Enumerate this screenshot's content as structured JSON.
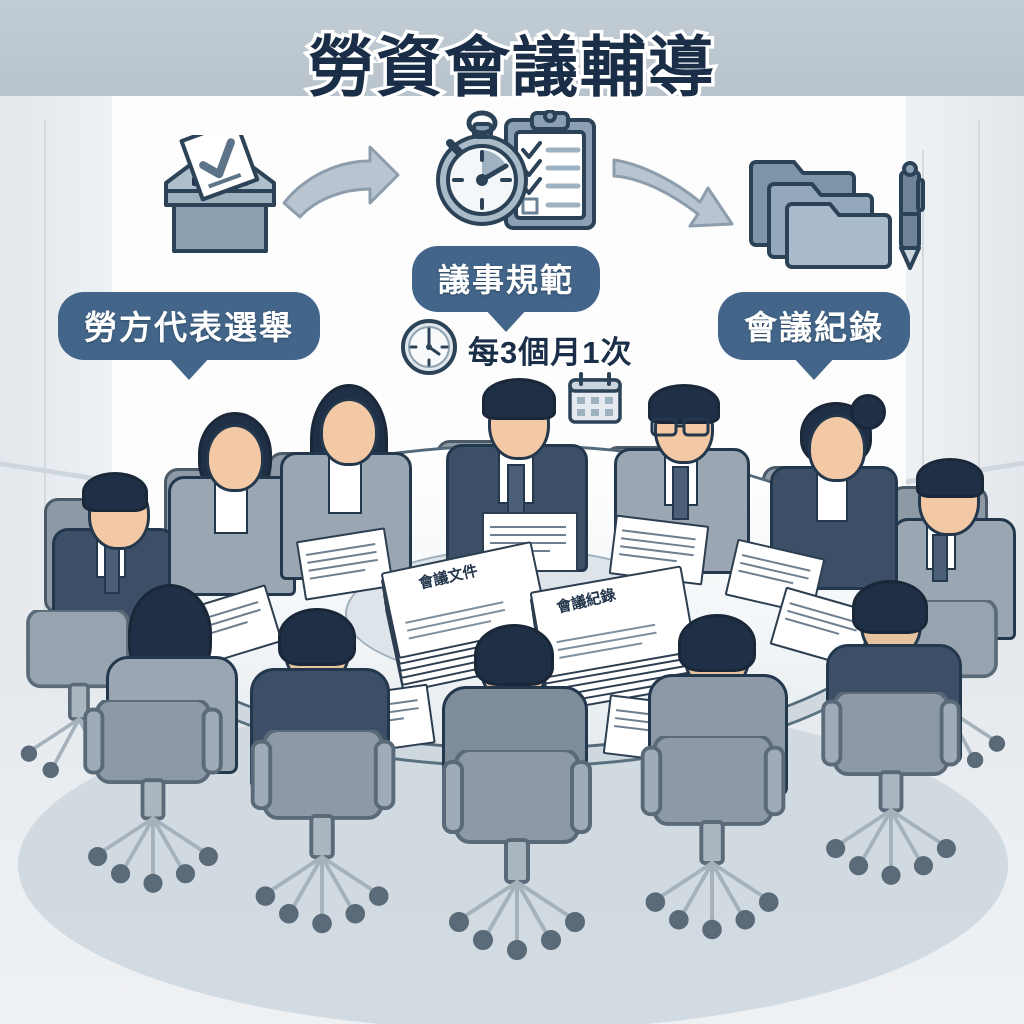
{
  "title": "勞資會議輔導",
  "bubbles": [
    {
      "id": "labor-rep-election",
      "label": "勞方代表選舉"
    },
    {
      "id": "meeting-rules",
      "label": "議事規範"
    },
    {
      "id": "meeting-minutes",
      "label": "會議紀錄"
    }
  ],
  "frequency": {
    "text": "每3個月1次",
    "clock_icon": "clock-icon",
    "calendar_icon": "calendar-icon"
  },
  "icons": {
    "ballot": "ballot-box-icon",
    "ballot_paper": "ballot-paper-check-icon",
    "arrow_1": "curved-arrow-right-icon",
    "arrow_2": "curved-arrow-right-icon",
    "stopwatch": "stopwatch-icon",
    "clipboard": "clipboard-checklist-icon",
    "folders": "folder-stack-icon",
    "pen": "pen-icon"
  },
  "checklist": {
    "items": [
      "checked",
      "checked",
      "checked",
      "unchecked"
    ]
  },
  "table_documents": [
    {
      "id": "meeting-documents",
      "label": "會議文件"
    },
    {
      "id": "meeting-records",
      "label": "會議紀錄"
    }
  ],
  "scene": {
    "room": "conference-room",
    "table": "oval-conference-table",
    "participant_count": 12,
    "participants": [
      {
        "id": "p-back-left-1",
        "role": "attendee",
        "pose": "profile-right",
        "suit": "navy"
      },
      {
        "id": "p-back-left-2",
        "role": "attendee",
        "pose": "front",
        "suit": "gray"
      },
      {
        "id": "p-back-left-3",
        "role": "attendee",
        "pose": "front",
        "suit": "gray"
      },
      {
        "id": "p-chair",
        "role": "chairperson",
        "pose": "front",
        "suit": "navy"
      },
      {
        "id": "p-back-right-1",
        "role": "attendee",
        "pose": "front",
        "suit": "gray",
        "glasses": true
      },
      {
        "id": "p-back-right-2",
        "role": "attendee",
        "pose": "front",
        "suit": "navy"
      },
      {
        "id": "p-right-1",
        "role": "attendee",
        "pose": "profile-left",
        "suit": "gray"
      },
      {
        "id": "p-right-2",
        "role": "attendee",
        "pose": "back",
        "suit": "navy"
      },
      {
        "id": "p-front-right",
        "role": "attendee",
        "pose": "back",
        "suit": "gray"
      },
      {
        "id": "p-front-center",
        "role": "attendee",
        "pose": "back",
        "suit": "gray"
      },
      {
        "id": "p-front-left",
        "role": "attendee",
        "pose": "back",
        "suit": "navy"
      },
      {
        "id": "p-left-1",
        "role": "attendee",
        "pose": "back",
        "suit": "gray"
      }
    ]
  },
  "colors": {
    "bubble_blue": "#426589",
    "title_navy": "#1b2e47",
    "title_outline": "#ffffff",
    "icon_steel": "#8fa3b4",
    "icon_outline": "#2c4257",
    "wall": "#fdfdfd",
    "floor": "#e9edf0",
    "rug": "#ccd6de",
    "suit_gray": "#9aa6b1",
    "suit_navy": "#3c4f66",
    "skin": "#f3c9a5",
    "table_top": "#ffffff"
  }
}
